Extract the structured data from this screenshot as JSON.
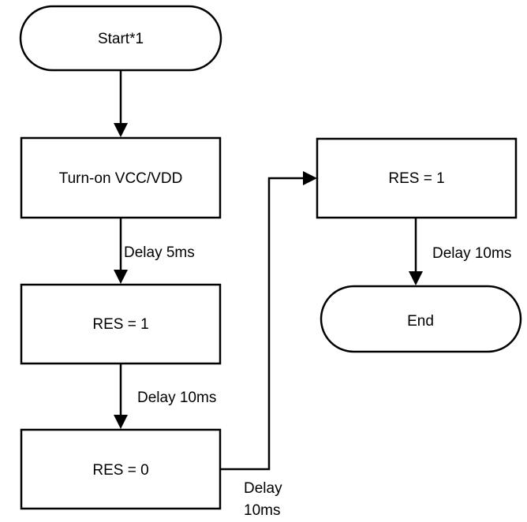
{
  "flowchart": {
    "nodes": {
      "start": {
        "label": "Start*1",
        "shape": "terminator"
      },
      "power_on": {
        "label": "Turn-on VCC/VDD",
        "shape": "process"
      },
      "res_high_1": {
        "label": "RES = 1",
        "shape": "process"
      },
      "res_low": {
        "label": "RES = 0",
        "shape": "process"
      },
      "res_high_2": {
        "label": "RES = 1",
        "shape": "process"
      },
      "end": {
        "label": "End",
        "shape": "terminator"
      }
    },
    "edges": {
      "start_to_power_on": {
        "label": ""
      },
      "power_on_to_res_high_1": {
        "label": "Delay 5ms"
      },
      "res_high_1_to_res_low": {
        "label": "Delay 10ms"
      },
      "res_low_to_res_high_2": {
        "label_line1": "Delay",
        "label_line2": "10ms"
      },
      "res_high_2_to_end": {
        "label": "Delay 10ms"
      }
    }
  }
}
